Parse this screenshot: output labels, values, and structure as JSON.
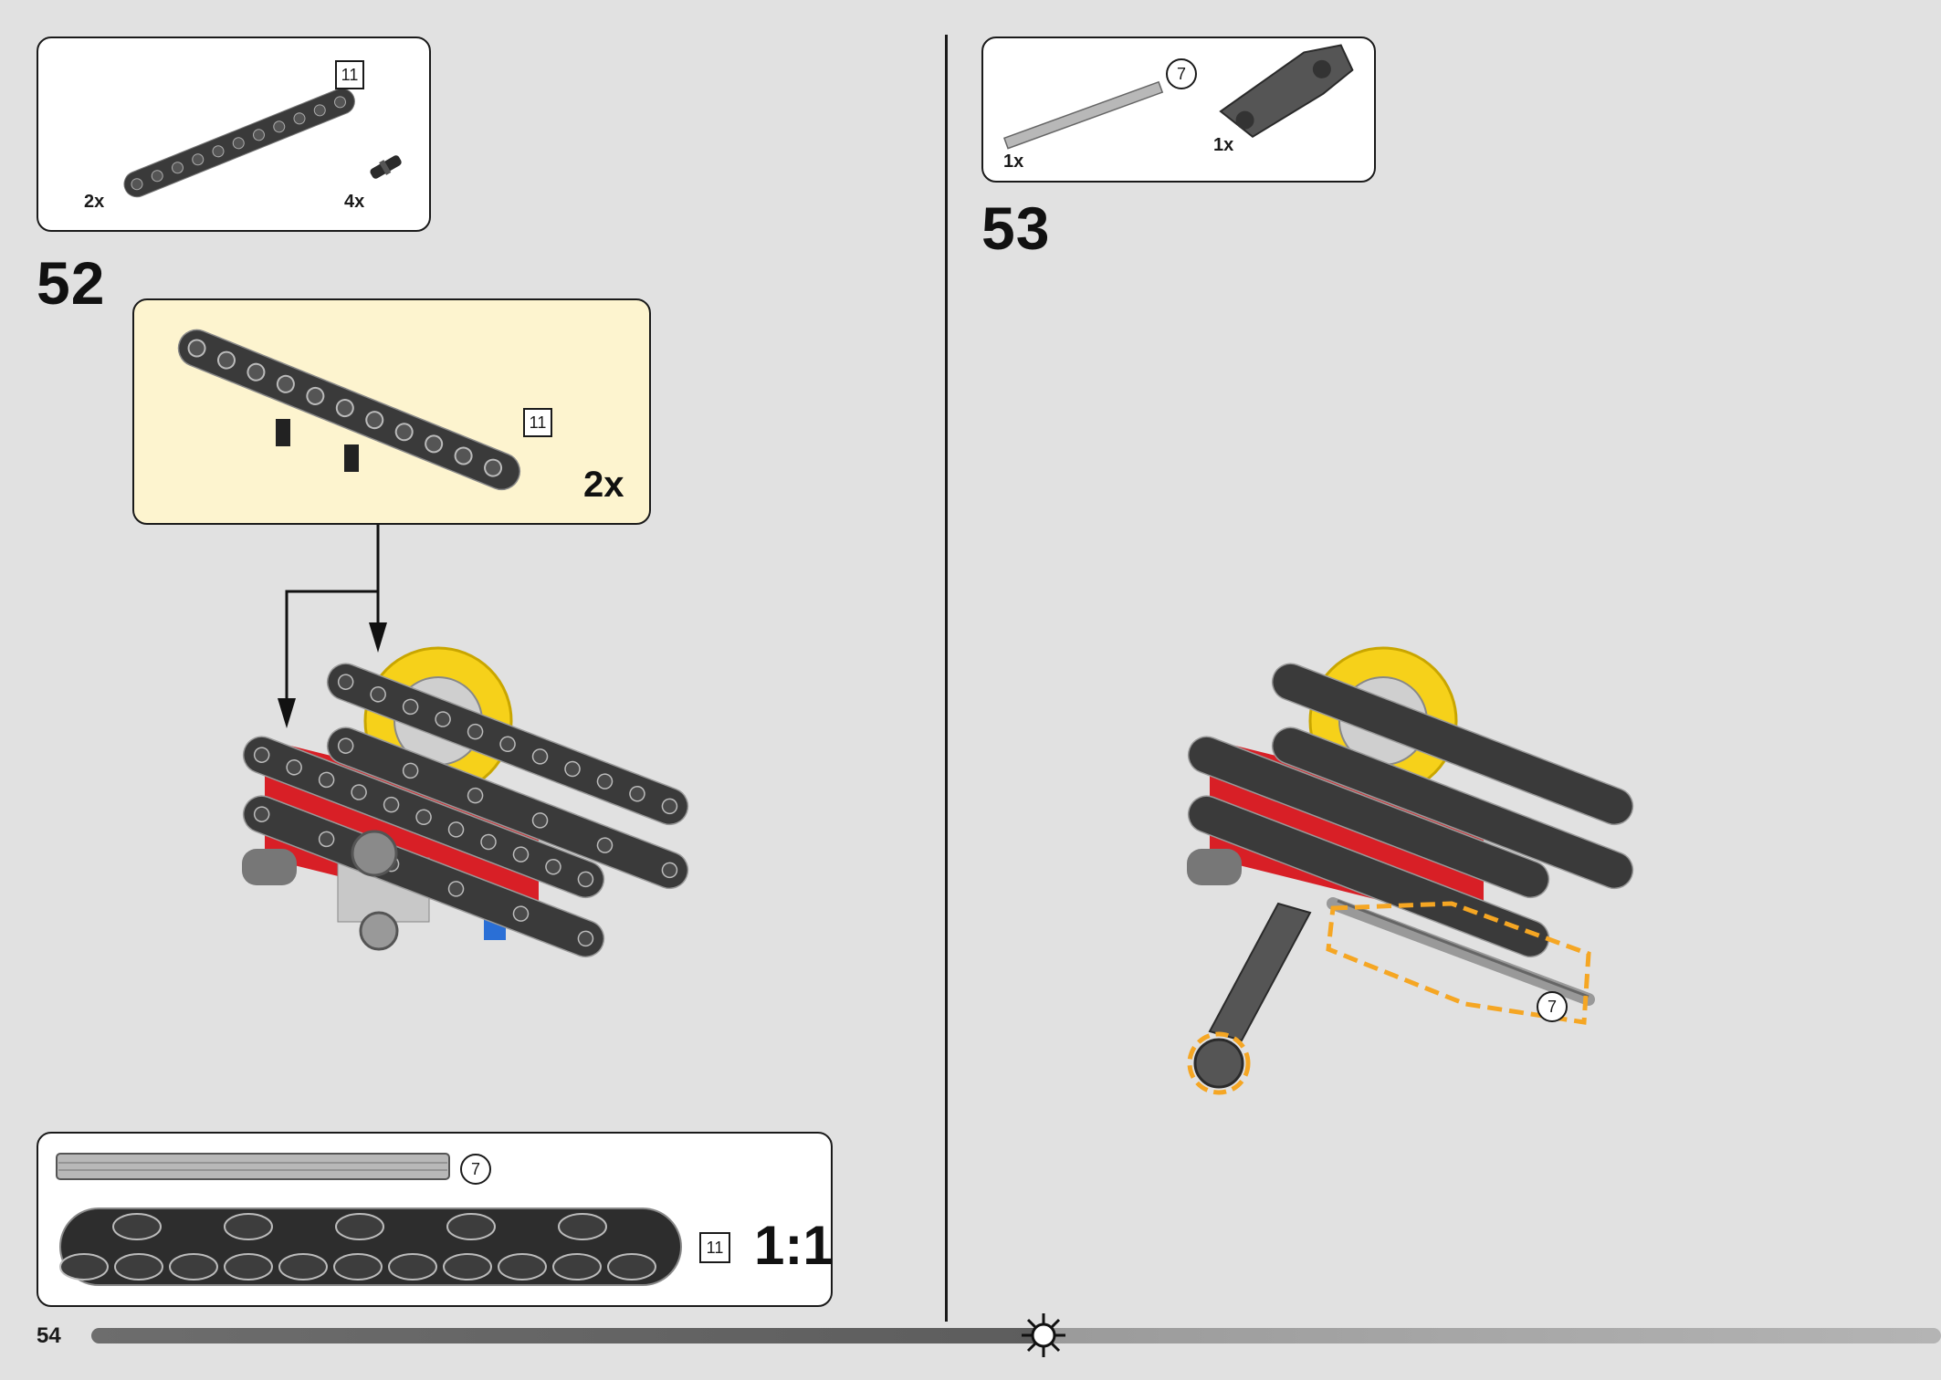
{
  "page_number": "54",
  "step52": {
    "number": "52",
    "parts": [
      {
        "name": "11M beam",
        "qty": "2x",
        "length": "11"
      },
      {
        "name": "pin with friction",
        "qty": "4x"
      }
    ],
    "subassembly": {
      "multiplier": "2x",
      "length": "11"
    }
  },
  "step53": {
    "number": "53",
    "parts": [
      {
        "name": "7M axle",
        "qty": "1x",
        "length": "7"
      },
      {
        "name": "steering arm",
        "qty": "1x"
      }
    ],
    "callout_length": "7"
  },
  "scale_ruler": {
    "axle_length": "7",
    "beam_length": "11",
    "scale": "1:1"
  },
  "colors": {
    "background": "#e1e1e1",
    "callout_bg": "#fdf4cf",
    "highlight": "#f5a623",
    "beam": "#3a3a3a",
    "red": "#d81f26",
    "yellow": "#f6d11a"
  },
  "icons": [
    "arrow-down-icon",
    "gear-sun-icon"
  ]
}
